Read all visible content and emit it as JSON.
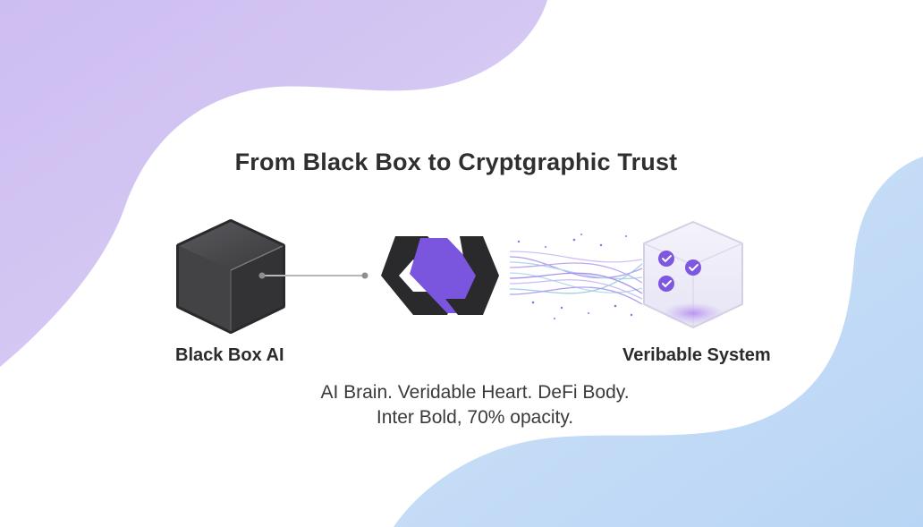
{
  "title": "From Black Box to Cryptgraphic Trust",
  "left_node": {
    "label": "Black Box AI",
    "icon": "black-cube-icon"
  },
  "center_node": {
    "icon": "interlocking-logo-icon"
  },
  "right_node": {
    "label": "Veribable System",
    "icon": "glass-cube-check-icon",
    "check_count": 3
  },
  "caption": {
    "line1": "AI Brain. Veridable Heart. DeFi Body.",
    "line2": "Inter Bold, 70% opacity."
  },
  "colors": {
    "purple_blob": "#d6c9f3",
    "blue_blob": "#c7ddf7",
    "accent_purple": "#7d57e0",
    "dark": "#2a2a2c"
  }
}
